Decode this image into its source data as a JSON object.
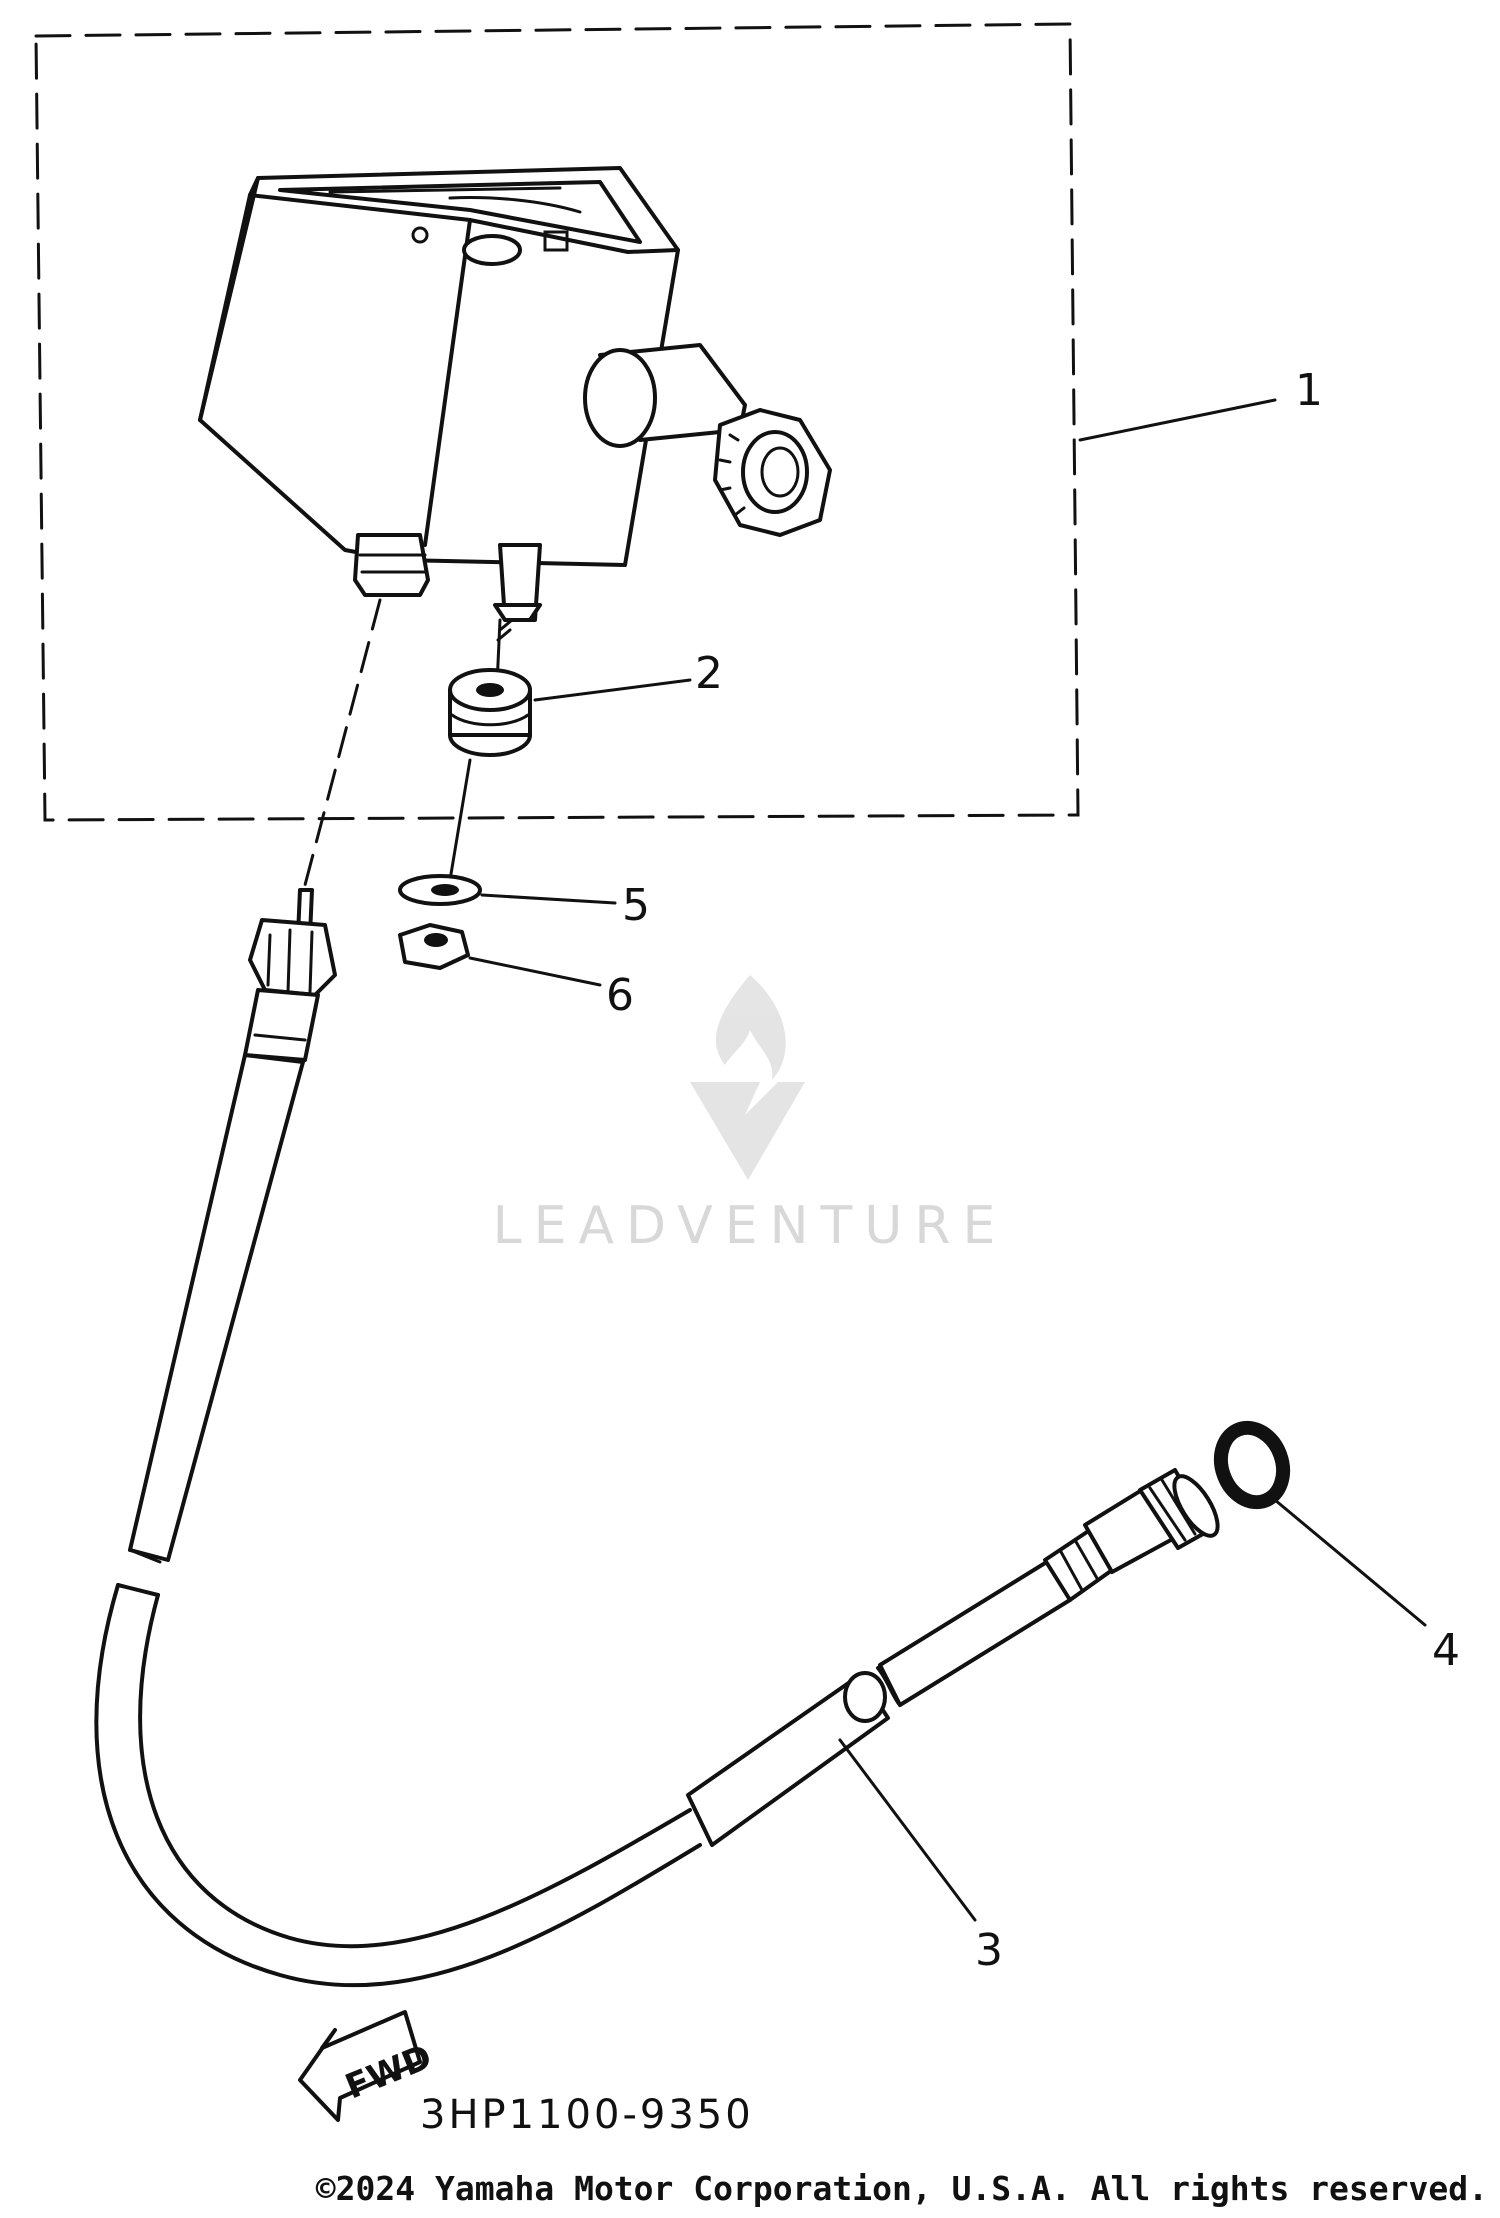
{
  "callouts": [
    {
      "id": "1",
      "label": "1"
    },
    {
      "id": "2",
      "label": "2"
    },
    {
      "id": "3",
      "label": "3"
    },
    {
      "id": "4",
      "label": "4"
    },
    {
      "id": "5",
      "label": "5"
    },
    {
      "id": "6",
      "label": "6"
    }
  ],
  "direction_arrow": "FWD",
  "part_code": "3HP1100-9350",
  "watermark": "LEADVENTURE",
  "copyright": "©2024 Yamaha Motor Corporation, U.S.A. All rights reserved.",
  "colors": {
    "ink": "#111111",
    "background": "#ffffff",
    "watermark": "#d4d4d4"
  }
}
